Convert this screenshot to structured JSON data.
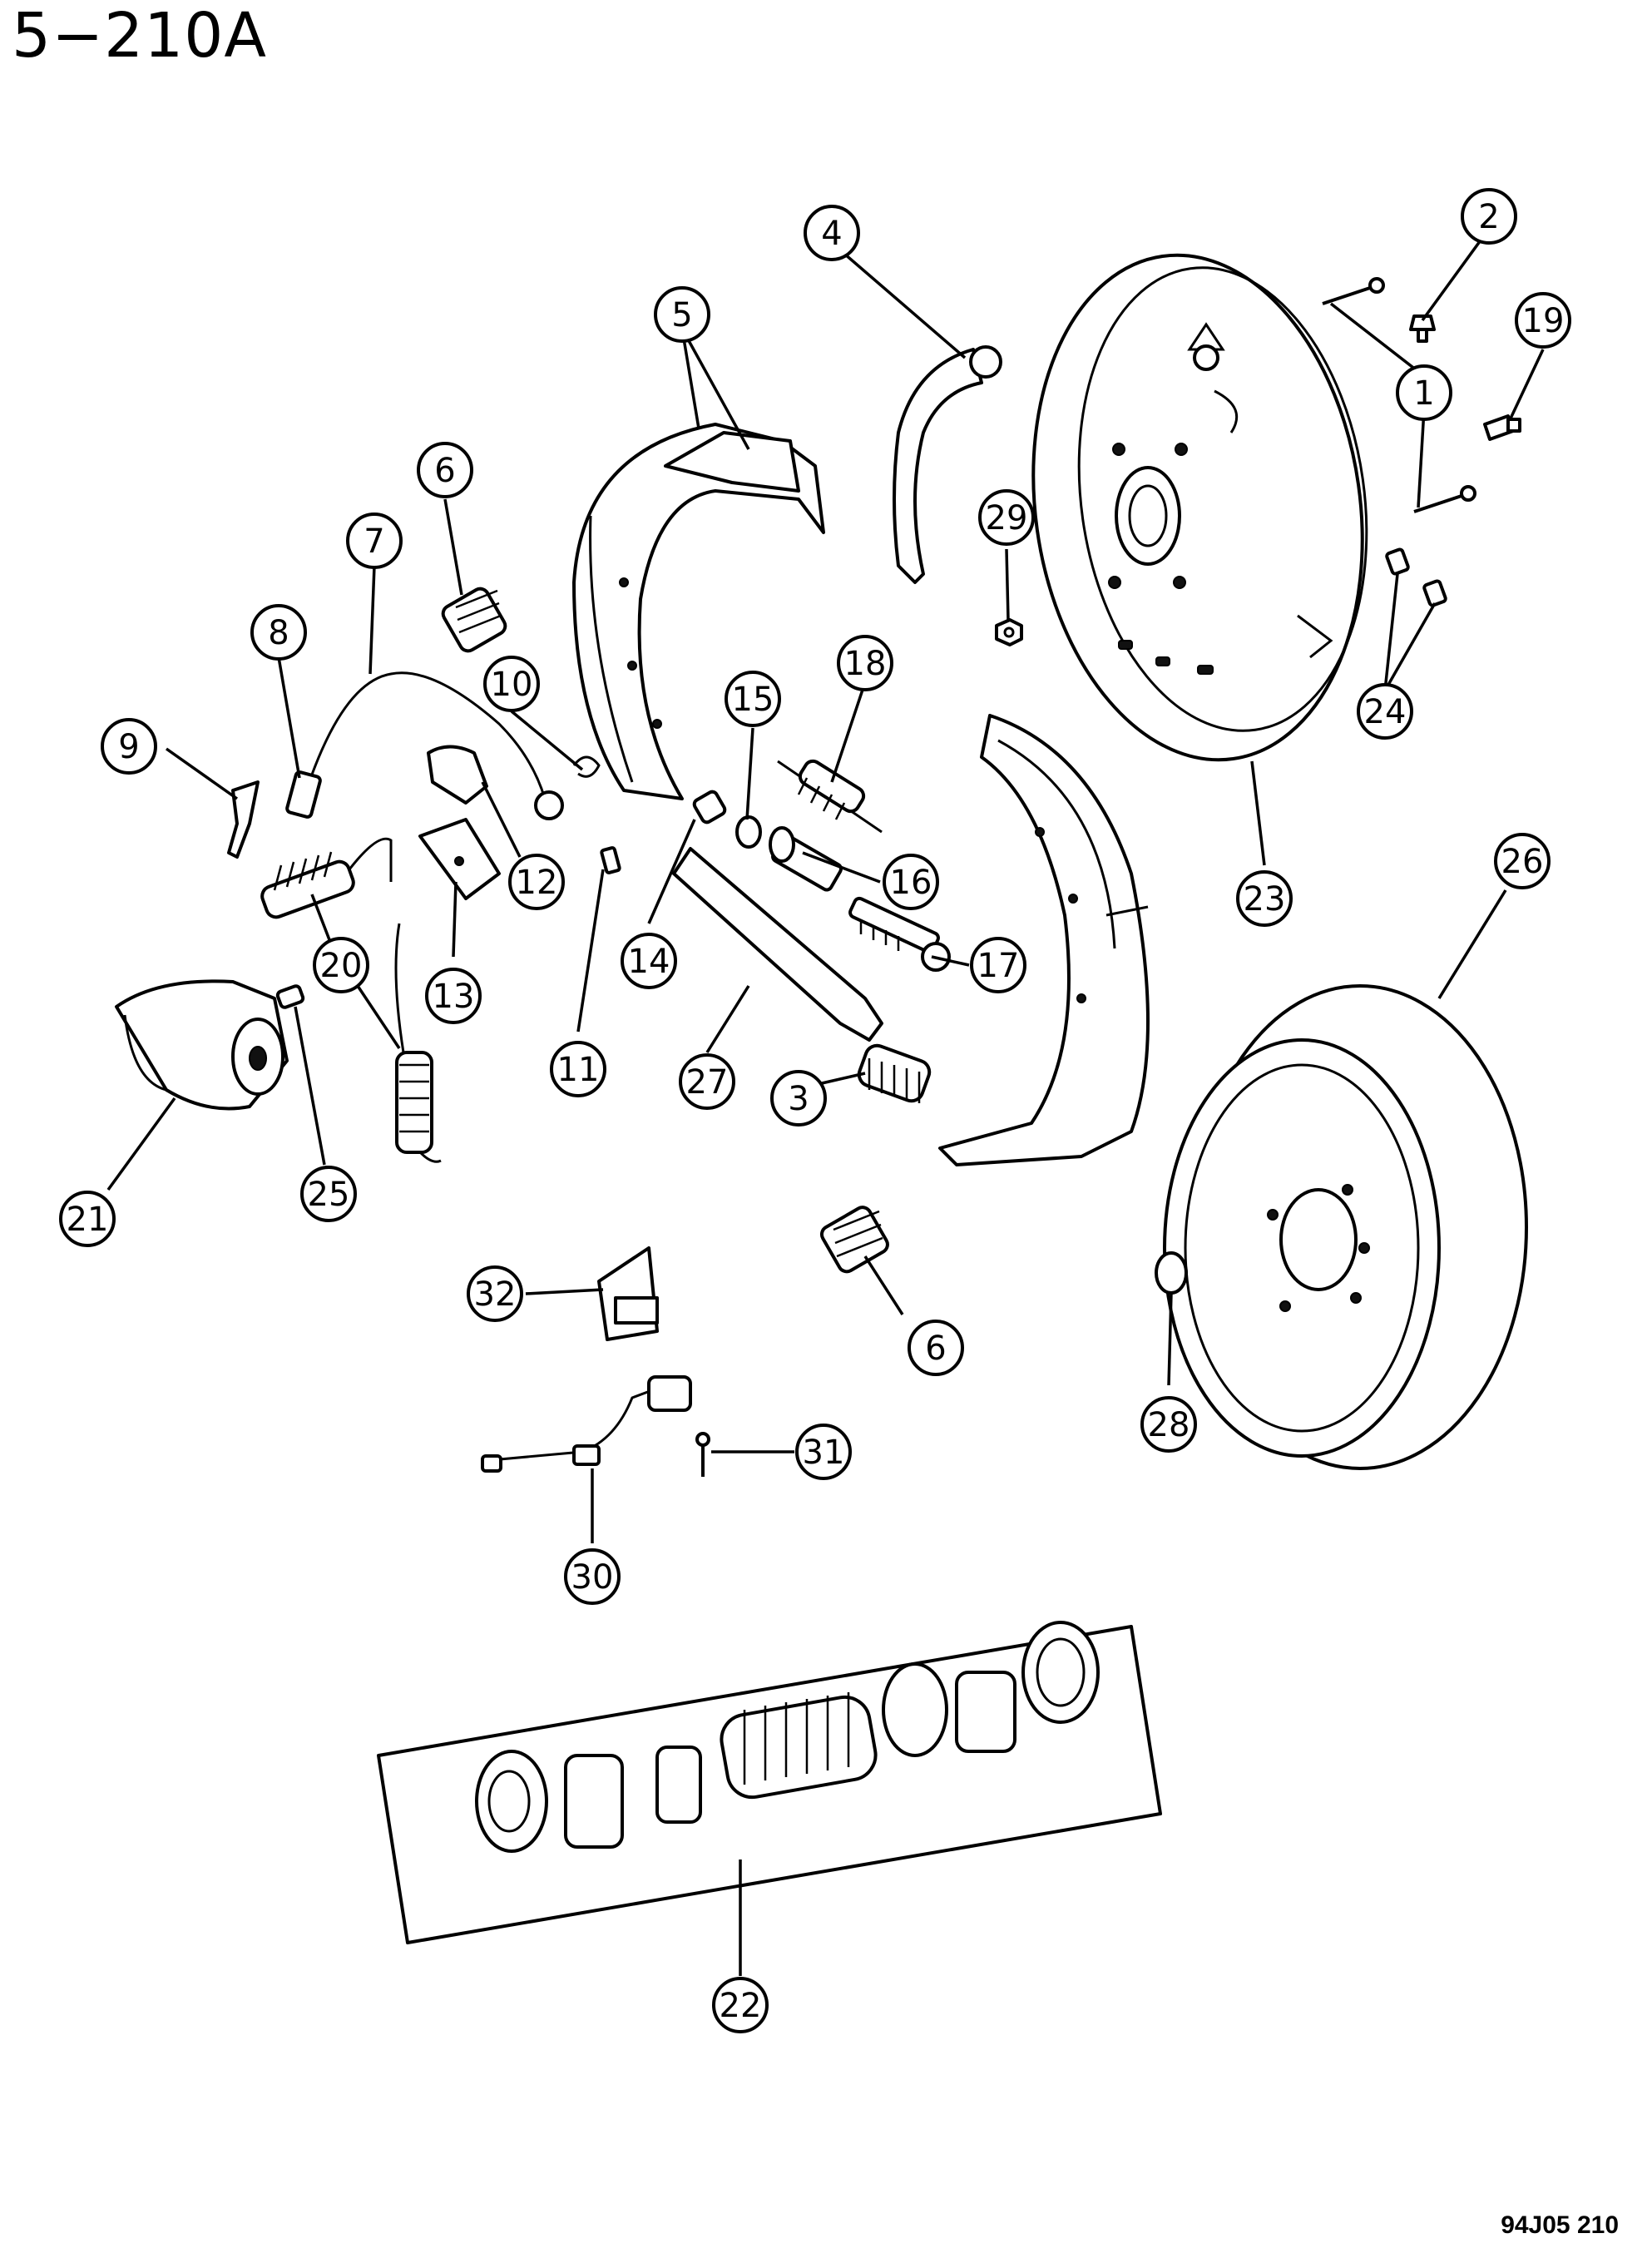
{
  "page_title": "5−210A",
  "figure_code": "94J05  210",
  "callouts": [
    {
      "id": "c1",
      "label": "1"
    },
    {
      "id": "c2",
      "label": "2"
    },
    {
      "id": "c3",
      "label": "3"
    },
    {
      "id": "c4",
      "label": "4"
    },
    {
      "id": "c5",
      "label": "5"
    },
    {
      "id": "c6a",
      "label": "6"
    },
    {
      "id": "c6b",
      "label": "6"
    },
    {
      "id": "c7",
      "label": "7"
    },
    {
      "id": "c8",
      "label": "8"
    },
    {
      "id": "c9",
      "label": "9"
    },
    {
      "id": "c10",
      "label": "10"
    },
    {
      "id": "c11",
      "label": "11"
    },
    {
      "id": "c12",
      "label": "12"
    },
    {
      "id": "c13",
      "label": "13"
    },
    {
      "id": "c14",
      "label": "14"
    },
    {
      "id": "c15",
      "label": "15"
    },
    {
      "id": "c16",
      "label": "16"
    },
    {
      "id": "c17",
      "label": "17"
    },
    {
      "id": "c18",
      "label": "18"
    },
    {
      "id": "c19",
      "label": "19"
    },
    {
      "id": "c20",
      "label": "20"
    },
    {
      "id": "c21",
      "label": "21"
    },
    {
      "id": "c22",
      "label": "22"
    },
    {
      "id": "c23",
      "label": "23"
    },
    {
      "id": "c24",
      "label": "24"
    },
    {
      "id": "c25",
      "label": "25"
    },
    {
      "id": "c26",
      "label": "26"
    },
    {
      "id": "c27",
      "label": "27"
    },
    {
      "id": "c28",
      "label": "28"
    },
    {
      "id": "c29",
      "label": "29"
    },
    {
      "id": "c30",
      "label": "30"
    },
    {
      "id": "c31",
      "label": "31"
    },
    {
      "id": "c32",
      "label": "32"
    }
  ]
}
